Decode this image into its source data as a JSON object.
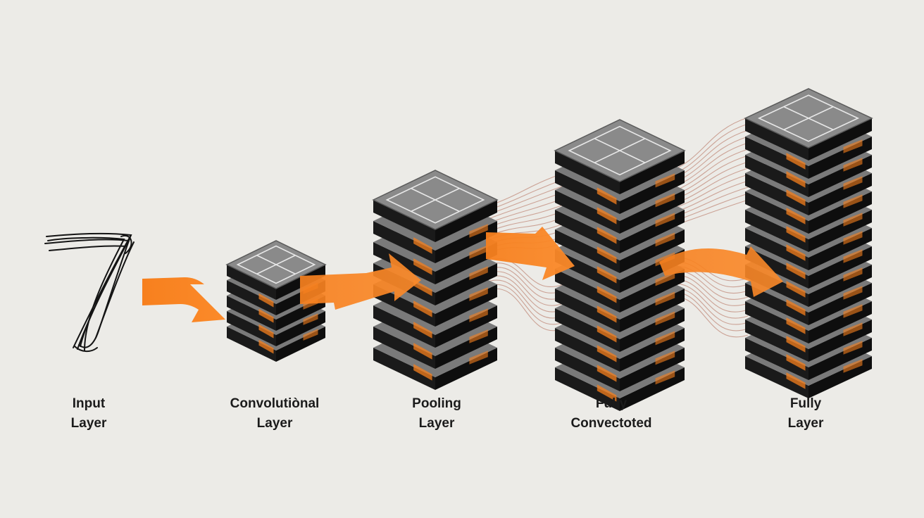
{
  "colors": {
    "background": "#ecebe7",
    "accent_orange": "#f7801e",
    "top_face": "#888888",
    "slab_dark": "#141414",
    "slab_light": "#7d7d7d",
    "connection_line": "#c08a7a"
  },
  "layers": [
    {
      "line1": "Input",
      "line2": "Layer"
    },
    {
      "line1": "Convolutiònal",
      "line2": "Layer"
    },
    {
      "line1": "Pooling",
      "line2": "Layer"
    },
    {
      "line1": "Fully",
      "line2": "Convectoted"
    },
    {
      "line1": "Fully",
      "line2": "Layer"
    }
  ],
  "input_digit": "7"
}
